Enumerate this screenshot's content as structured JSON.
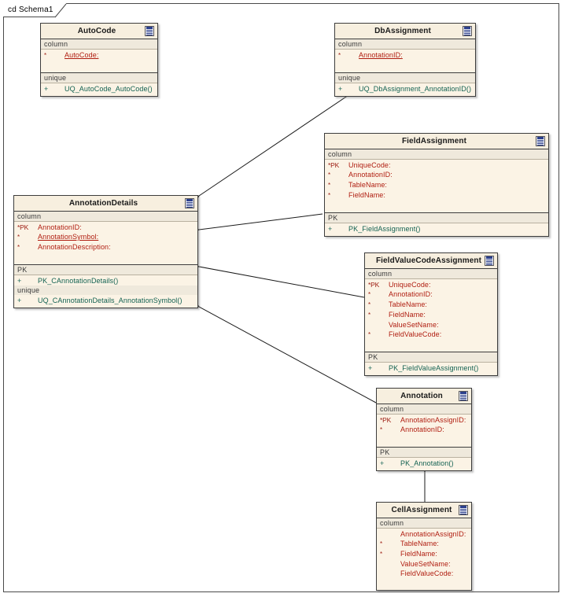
{
  "diagram": {
    "frame_label": "cd Schema1",
    "notation": "UML class diagram"
  },
  "classes": [
    {
      "id": "autocode",
      "name": "AutoCode",
      "icon": "table-icon",
      "sections": [
        {
          "header": "column",
          "rows": [
            {
              "mark": "*",
              "text": "AutoCode:",
              "underline": true,
              "kind": "attribute"
            }
          ]
        },
        {
          "header": "unique",
          "rows": [
            {
              "mark": "+",
              "text": "UQ_AutoCode_AutoCode()",
              "kind": "operation"
            }
          ]
        }
      ]
    },
    {
      "id": "dbassignment",
      "name": "DbAssignment",
      "icon": "table-icon",
      "sections": [
        {
          "header": "column",
          "rows": [
            {
              "mark": "*",
              "text": "AnnotationID:",
              "underline": true,
              "kind": "attribute"
            }
          ]
        },
        {
          "header": "unique",
          "rows": [
            {
              "mark": "+",
              "text": "UQ_DbAssignment_AnnotationID()",
              "kind": "operation"
            }
          ]
        }
      ]
    },
    {
      "id": "fieldassignment",
      "name": "FieldAssignment",
      "icon": "table-icon",
      "sections": [
        {
          "header": "column",
          "rows": [
            {
              "mark": "*PK",
              "text": "UniqueCode:",
              "kind": "attribute"
            },
            {
              "mark": "*",
              "text": "AnnotationID:",
              "kind": "attribute"
            },
            {
              "mark": "*",
              "text": "TableName:",
              "kind": "attribute"
            },
            {
              "mark": "*",
              "text": "FieldName:",
              "kind": "attribute"
            }
          ]
        },
        {
          "header": "PK",
          "rows": [
            {
              "mark": "+",
              "text": "PK_FieldAssignment()",
              "kind": "operation"
            }
          ]
        }
      ]
    },
    {
      "id": "annotationdetails",
      "name": "AnnotationDetails",
      "icon": "table-icon",
      "sections": [
        {
          "header": "column",
          "rows": [
            {
              "mark": "*PK",
              "text": "AnnotationID:",
              "kind": "attribute"
            },
            {
              "mark": "*",
              "text": "AnnotationSymbol:",
              "underline": true,
              "kind": "attribute"
            },
            {
              "mark": "*",
              "text": "AnnotationDescription:",
              "kind": "attribute"
            }
          ]
        },
        {
          "header": "PK",
          "rows": [
            {
              "mark": "+",
              "text": "PK_CAnnotationDetails()",
              "kind": "operation"
            }
          ]
        },
        {
          "header": "unique",
          "rows": [
            {
              "mark": "+",
              "text": "UQ_CAnnotationDetails_AnnotationSymbol()",
              "kind": "operation"
            }
          ]
        }
      ]
    },
    {
      "id": "fieldvaluecodeassignment",
      "name": "FieldValueCodeAssignment",
      "icon": "table-icon",
      "sections": [
        {
          "header": "column",
          "rows": [
            {
              "mark": "*PK",
              "text": "UniqueCode:",
              "kind": "attribute"
            },
            {
              "mark": "*",
              "text": "AnnotationID:",
              "kind": "attribute"
            },
            {
              "mark": "*",
              "text": "TableName:",
              "kind": "attribute"
            },
            {
              "mark": "*",
              "text": "FieldName:",
              "kind": "attribute"
            },
            {
              "mark": "",
              "text": "ValueSetName:",
              "kind": "attribute"
            },
            {
              "mark": "*",
              "text": "FieldValueCode:",
              "kind": "attribute"
            }
          ]
        },
        {
          "header": "PK",
          "rows": [
            {
              "mark": "+",
              "text": "PK_FieldValueAssignment()",
              "kind": "operation"
            }
          ]
        }
      ]
    },
    {
      "id": "annotation",
      "name": "Annotation",
      "icon": "table-icon",
      "sections": [
        {
          "header": "column",
          "rows": [
            {
              "mark": "*PK",
              "text": "AnnotationAssignID:",
              "kind": "attribute"
            },
            {
              "mark": "*",
              "text": "AnnotationID:",
              "kind": "attribute"
            }
          ]
        },
        {
          "header": "PK",
          "rows": [
            {
              "mark": "+",
              "text": "PK_Annotation()",
              "kind": "operation"
            }
          ]
        }
      ]
    },
    {
      "id": "cellassignment",
      "name": "CellAssignment",
      "icon": "table-icon",
      "sections": [
        {
          "header": "column",
          "rows": [
            {
              "mark": "",
              "text": "AnnotationAssignID:",
              "kind": "attribute"
            },
            {
              "mark": "*",
              "text": "TableName:",
              "kind": "attribute"
            },
            {
              "mark": "*",
              "text": "FieldName:",
              "kind": "attribute"
            },
            {
              "mark": "",
              "text": "ValueSetName:",
              "kind": "attribute"
            },
            {
              "mark": "",
              "text": "FieldValueCode:",
              "kind": "attribute"
            }
          ]
        }
      ]
    }
  ],
  "relationships": [
    {
      "from": "dbassignment",
      "to": "annotationdetails",
      "type": "association-arrow"
    },
    {
      "from": "fieldassignment",
      "to": "annotationdetails",
      "type": "association-arrow"
    },
    {
      "from": "fieldvaluecodeassignment",
      "to": "annotationdetails",
      "type": "association-arrow"
    },
    {
      "from": "annotation",
      "to": "annotationdetails",
      "type": "association-arrow"
    },
    {
      "from": "cellassignment",
      "to": "annotation",
      "type": "association-arrow"
    }
  ],
  "colors": {
    "class_fill": "#fbf3e5",
    "class_title_fill": "#f7efdf",
    "section_header_fill": "#efe9dc",
    "attribute_text": "#b01d10",
    "operation_text": "#136252",
    "border": "#3d3d3d"
  }
}
